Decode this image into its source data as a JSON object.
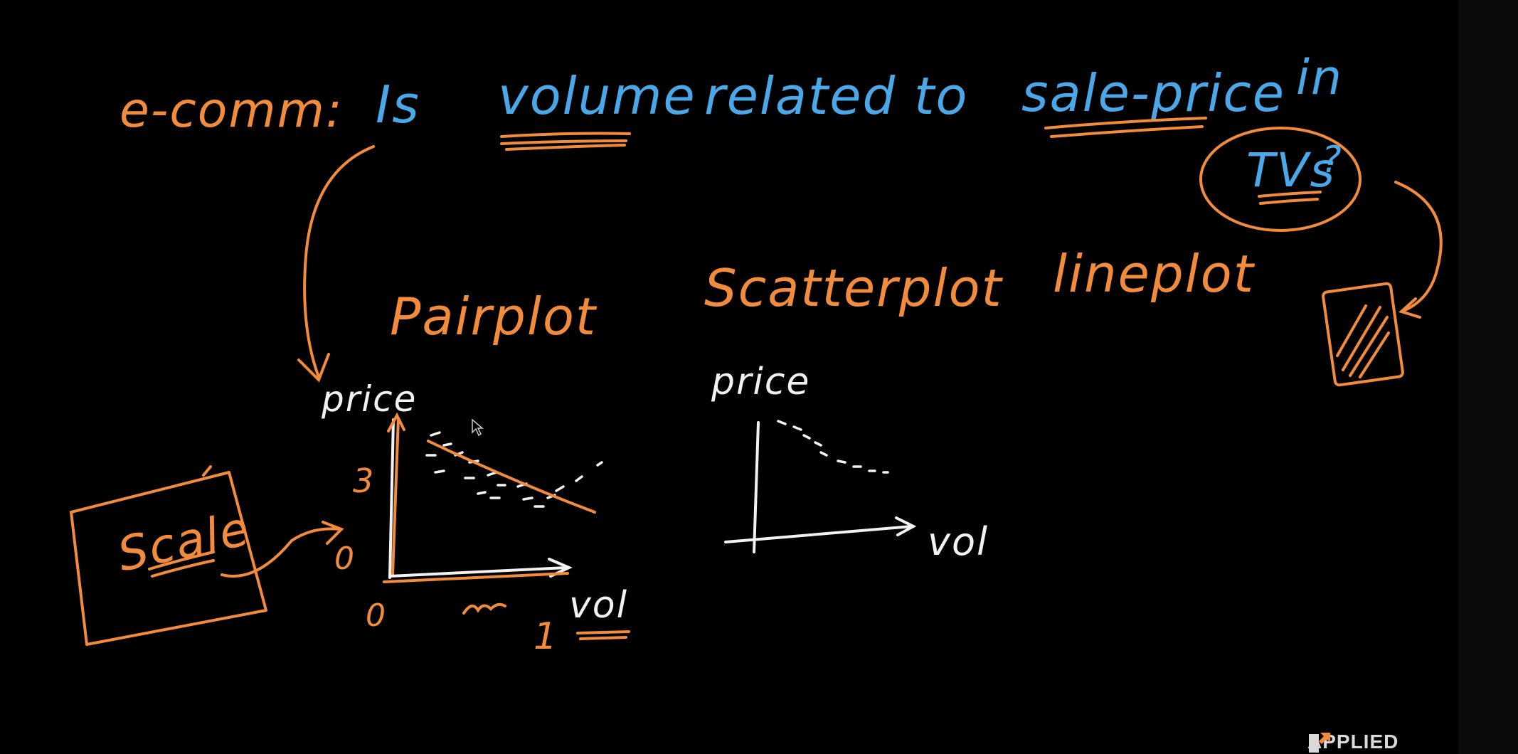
{
  "colors": {
    "background": "#000000",
    "orange": "#f28c3c",
    "blue": "#4aa8e8",
    "white": "#f2f2f2"
  },
  "heading": {
    "prefix": "e-comm:",
    "question_word_1": "Is",
    "question_word_2": "volume",
    "question_word_3": "related to",
    "question_word_4": "sale-price",
    "question_word_5": "in",
    "subject": "TVs",
    "question_mark": "?"
  },
  "plot_options": {
    "pairplot": "Pairplot",
    "scatterplot": "Scatterplot",
    "lineplot": "lineplot"
  },
  "left_sketch": {
    "y_axis_label": "price",
    "x_axis_label": "vol",
    "y_tick_top": "3",
    "y_tick_zero": "0",
    "x_tick_zero": "0",
    "x_tick_end": "1",
    "box_label": "Scale"
  },
  "middle_sketch": {
    "y_axis_label": "price",
    "x_axis_label": "vol"
  },
  "logo": {
    "text": "APPLIED",
    "icon": "arrow-square-icon"
  }
}
